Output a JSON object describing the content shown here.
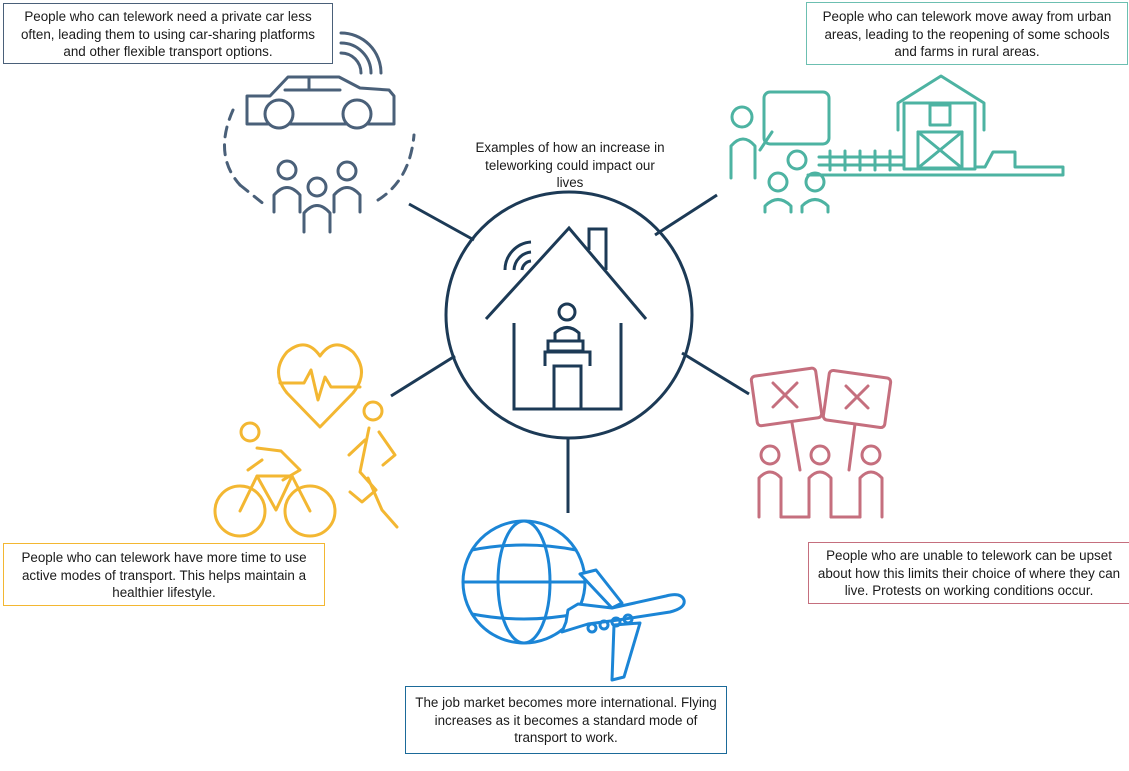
{
  "center": {
    "caption": "Examples of how an increase in teleworking could impact our lives",
    "icon": "house-with-remote-worker-icon"
  },
  "impacts": {
    "car_sharing": {
      "text": "People who can telework need a private car less often, leading them to using car-sharing platforms and other flexible transport options.",
      "icon": "shared-car-icon",
      "color": "#4a6079"
    },
    "rural": {
      "text": "People who can telework move away from urban areas, leading to the reopening of some schools and farms in rural areas.",
      "icon": "school-and-farm-icon",
      "color": "#6cbfb1"
    },
    "active": {
      "text": "People who can telework have more time to use active modes of transport. This helps maintain a healthier lifestyle.",
      "icon": "cyclist-and-runner-icon",
      "color": "#f3b732"
    },
    "protest": {
      "text": "People who are unable to telework can be upset about how this limits their choice of where they can live. Protests on working conditions occur.",
      "icon": "protest-signs-icon",
      "color": "#c56f7e"
    },
    "international": {
      "text": "The job market becomes more international. Flying increases as it becomes a standard mode of transport to work.",
      "icon": "globe-and-airplane-icon",
      "color": "#1b85d6"
    }
  },
  "colors": {
    "center": "#1c3a56",
    "car_box_border": "#4a6079",
    "rural_box_border": "#6cbfb1",
    "active_box_border": "#f3b732",
    "protest_box_border": "#c56f7e",
    "job_box_border": "#1b6a99"
  }
}
